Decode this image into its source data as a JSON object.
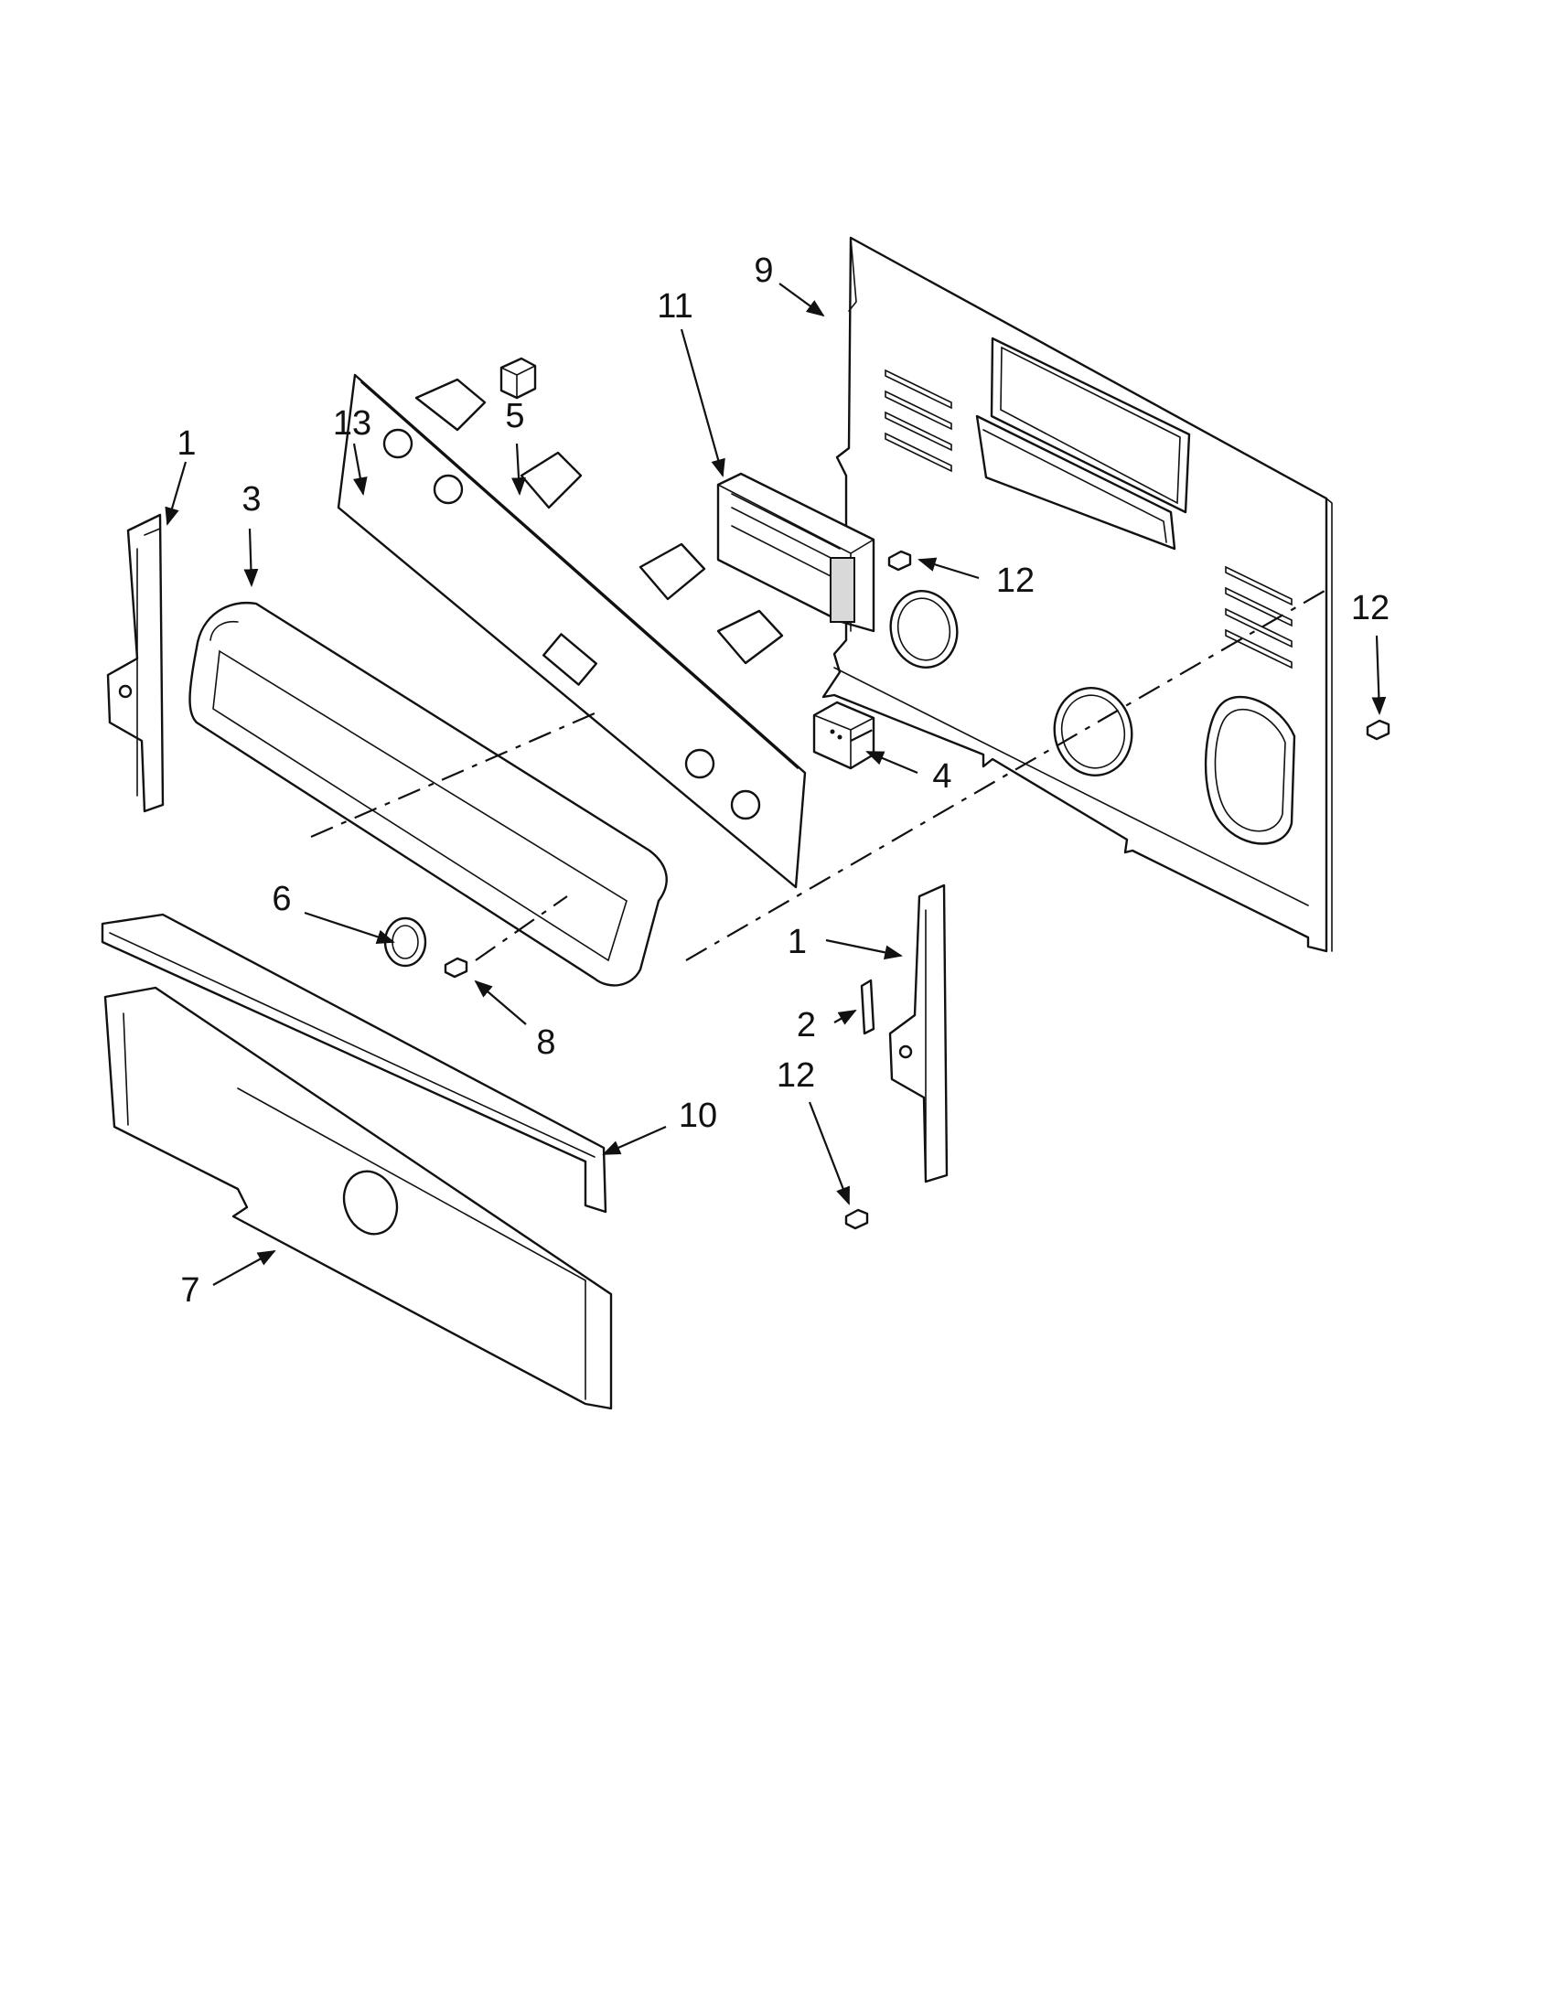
{
  "diagram": {
    "callouts": [
      {
        "id": "c1a",
        "label": "1"
      },
      {
        "id": "c1b",
        "label": "1"
      },
      {
        "id": "c2",
        "label": "2"
      },
      {
        "id": "c3",
        "label": "3"
      },
      {
        "id": "c4",
        "label": "4"
      },
      {
        "id": "c5",
        "label": "5"
      },
      {
        "id": "c6",
        "label": "6"
      },
      {
        "id": "c7",
        "label": "7"
      },
      {
        "id": "c8",
        "label": "8"
      },
      {
        "id": "c9",
        "label": "9"
      },
      {
        "id": "c10",
        "label": "10"
      },
      {
        "id": "c11",
        "label": "11"
      },
      {
        "id": "c12a",
        "label": "12"
      },
      {
        "id": "c12b",
        "label": "12"
      },
      {
        "id": "c12c",
        "label": "12"
      },
      {
        "id": "c13",
        "label": "13"
      }
    ]
  }
}
